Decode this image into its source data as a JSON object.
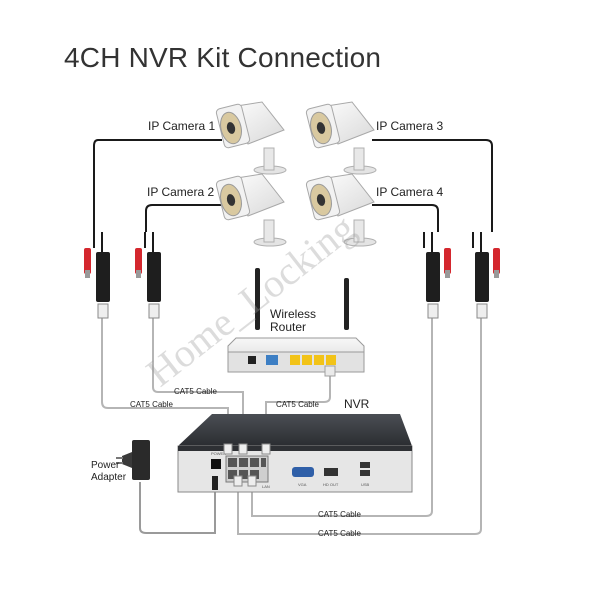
{
  "title": "4CH NVR Kit Connection",
  "cameras": [
    {
      "label": "IP Camera 1"
    },
    {
      "label": "IP Camera 2"
    },
    {
      "label": "IP Camera 3"
    },
    {
      "label": "IP Camera 4"
    }
  ],
  "router": {
    "line1": "Wireless",
    "line2": "Router"
  },
  "nvr": {
    "label": "NVR",
    "power_tag": "POWER",
    "vga_tag": "VGA",
    "hdmi_tag": "HD OUT",
    "usb_tag": "USB",
    "lan_tag": "LAN"
  },
  "adapter": {
    "line1": "Power",
    "line2": "Adapter"
  },
  "cables": {
    "router_nvr": "CAT5 Cable",
    "left_nvr": "CAT5 Cable",
    "center": "CAT5 Cable",
    "bottom1": "CAT5 Cable",
    "bottom2": "CAT5 Cable"
  },
  "watermark": "Home_Locking",
  "colors": {
    "cable": "#b5b5b5",
    "nvr_body": "#3a3d42",
    "accent_red": "#d4272e",
    "port_yellow": "#f2c318",
    "port_blue": "#3d7fc4"
  }
}
